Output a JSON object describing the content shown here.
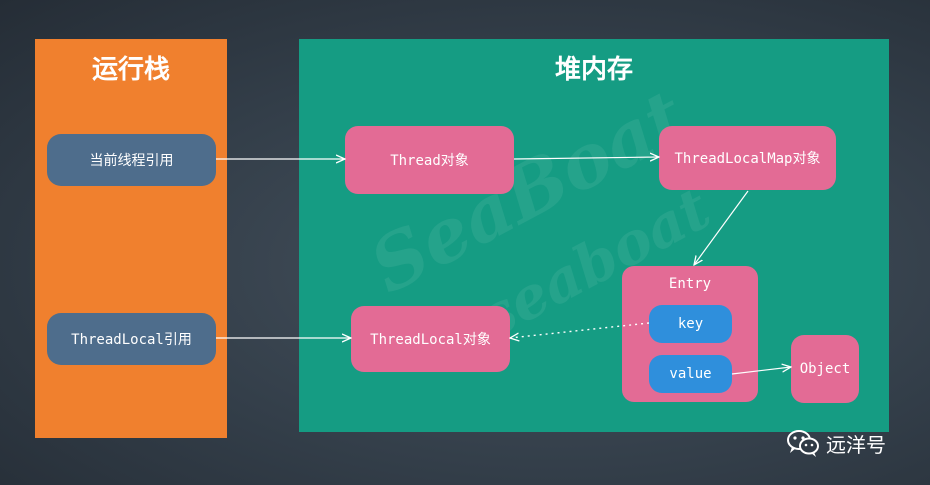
{
  "stack": {
    "title": "运行栈",
    "refs": {
      "current_thread": "当前线程引用",
      "threadlocal": "ThreadLocal引用"
    }
  },
  "heap": {
    "title": "堆内存",
    "objects": {
      "thread": "Thread对象",
      "threadlocalmap": "ThreadLocalMap对象",
      "threadlocal": "ThreadLocal对象",
      "entry": "Entry",
      "key": "key",
      "value": "value",
      "object": "Object"
    },
    "watermark": [
      "SeaBoat",
      "seaboat"
    ]
  },
  "badge": {
    "text": "远洋号",
    "icon": "wechat-icon"
  },
  "colors": {
    "stack_panel": "#f0802e",
    "heap_panel": "#159c83",
    "ref_box": "#4e6d8c",
    "object_box": "#e36b95",
    "inner_box": "#2f8fdc",
    "arrow": "#ffffff"
  }
}
